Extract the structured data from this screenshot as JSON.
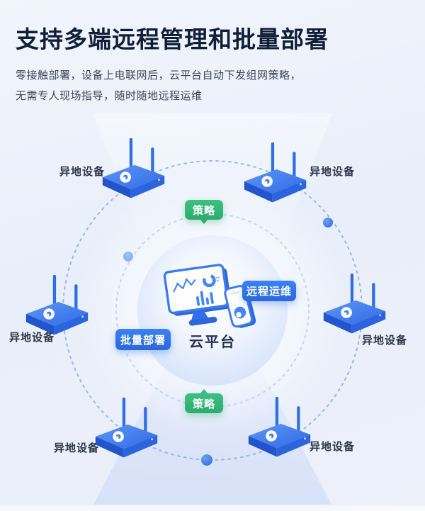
{
  "header": {
    "title": "支持多端远程管理和批量部署",
    "subtitle_line1": "零接触部署，设备上电联网后，云平台自动下发组网策略，",
    "subtitle_line2": "无需专人现场指导，随时随地远程运维"
  },
  "diagram": {
    "center_label": "云平台",
    "devices": [
      {
        "position": "top-left",
        "label": "异地设备"
      },
      {
        "position": "top-right",
        "label": "异地设备"
      },
      {
        "position": "middle-left",
        "label": "异地设备"
      },
      {
        "position": "middle-right",
        "label": "异地设备"
      },
      {
        "position": "bottom-left",
        "label": "异地设备"
      },
      {
        "position": "bottom-right",
        "label": "异地设备"
      }
    ],
    "badges": {
      "policy_top": {
        "label": "策略",
        "color": "#2fae6f"
      },
      "remote_ops": {
        "label": "远程运维",
        "color": "#2e74e8"
      },
      "batch_deploy": {
        "label": "批量部署",
        "color": "#2e74e8"
      },
      "policy_bottom": {
        "label": "策略",
        "color": "#2fae6f"
      }
    },
    "icons": {
      "router": "router-icon",
      "monitor": "monitor-dashboard-icon",
      "phone": "smartphone-icon",
      "dot": "connection-dot"
    },
    "colors": {
      "router_blue": "#3b7ef0",
      "router_side": "#2254cb",
      "badge_green": "#34b778",
      "badge_blue": "#2e74e8",
      "orbit_dashed": "#84a7ee",
      "title_text": "#101e38",
      "body_text": "#3d4757",
      "background": "#eaeffa"
    }
  }
}
